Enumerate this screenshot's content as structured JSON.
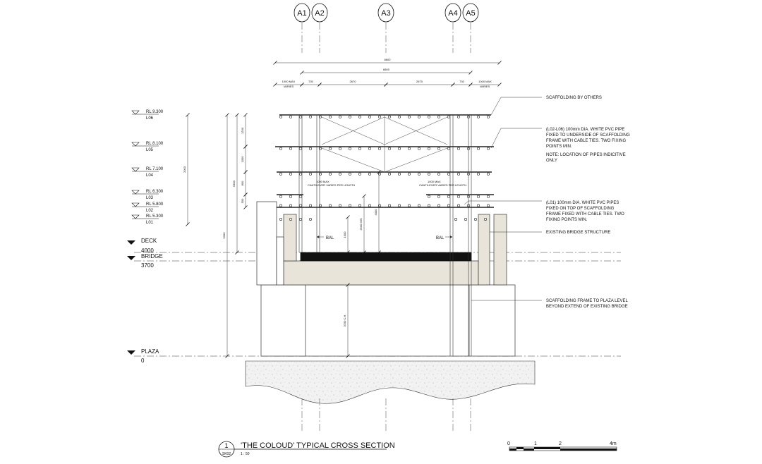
{
  "grid": [
    "A1",
    "A2",
    "A3",
    "A4",
    "A5"
  ],
  "dims": {
    "overall": "8600",
    "inner": "6800",
    "segments": [
      "1000 MAX\nVARIES",
      "730",
      "2670",
      "2670",
      "730",
      "1000 MAX\nVARIES"
    ],
    "left_stack": [
      "1200",
      "1000",
      "800",
      "500"
    ],
    "total_vert": "9300",
    "plaza_to_deck": "4000",
    "mid_vert": "2000",
    "deck_to_top": "5300",
    "deck_small": "1000",
    "deck_vert_a": "2500 MIN",
    "under_bridge": "3700 C.H."
  },
  "levels": [
    {
      "rl": "RL  9.300",
      "tag": "L06"
    },
    {
      "rl": "RL  8.100",
      "tag": "L05"
    },
    {
      "rl": "RL  7.100",
      "tag": "L04"
    },
    {
      "rl": "RL  6.300",
      "tag": "L03"
    },
    {
      "rl": "RL  5.800",
      "tag": "L02"
    },
    {
      "rl": "RL  5.300",
      "tag": "L01"
    }
  ],
  "datums": [
    {
      "name": "DECK",
      "value": "4000"
    },
    {
      "name": "BRIDGE",
      "value": "3700"
    },
    {
      "name": "PLAZA",
      "value": "0"
    }
  ],
  "notes": {
    "scaffolding": "SCAFFOLDING BY OTHERS",
    "pipes_upper": [
      "(L02-L06) 100mm DIA. WHITE PVC PIPE",
      "FIXED TO UNDERSIDE OF SCAFFOLDING",
      "FRAME WITH CABLE TIES. TWO FIXING",
      "POINTS MIN.",
      "",
      "NOTE: LOCATION OF PIPES INDICITIVE",
      "ONLY"
    ],
    "pipes_lower": [
      "(L01) 100mm DIA. WHITE PVC PIPES",
      "FIXED ON TOP OF SCAFFOLDING",
      "FRAME  FIXED WITH CABLE TIES. TWO",
      "FIXING POINTS MIN."
    ],
    "bridge": "EXISTING BRIDGE STRUCTURE",
    "frame": [
      "SCAFFOLDING FRAME TO PLAZA LEVEL",
      "BEYOND EXTEND OF EXISTING BRIDGE"
    ],
    "bal": "BAL",
    "cantilever": [
      "1000 MAX",
      "CANTILEVER VARIES PER LENGTH"
    ]
  },
  "title": {
    "number": "1",
    "sheet": "SK02",
    "text": "'THE COLOUD' TYPICAL CROSS SECTION",
    "scale": "1 : 50"
  },
  "scalebar": [
    "0",
    "1",
    "2",
    "4m"
  ]
}
